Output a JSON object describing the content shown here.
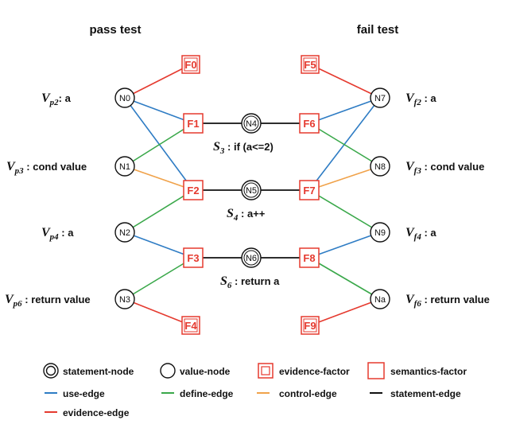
{
  "headers": {
    "pass": "pass test",
    "fail": "fail test"
  },
  "colors": {
    "use_edge": "#2e7cc4",
    "define_edge": "#3aa84a",
    "control_edge": "#f0a24a",
    "statement_edge": "#111111",
    "evidence_edge": "#e53a2f",
    "factor": "#e53a2f"
  },
  "nodes": {
    "value_pass": [
      "N0",
      "N1",
      "N2",
      "N3"
    ],
    "value_fail": [
      "N7",
      "N8",
      "N9",
      "Na"
    ],
    "statements": [
      "N4",
      "N5",
      "N6"
    ],
    "evidence_pass": [
      "F0",
      "F4"
    ],
    "evidence_fail": [
      "F5",
      "F9"
    ],
    "semantic_pass": [
      "F1",
      "F2",
      "F3"
    ],
    "semantic_fail": [
      "F6",
      "F7",
      "F8"
    ]
  },
  "pass_vars": [
    {
      "sym": "V",
      "sub": "p2",
      "rest": ": a"
    },
    {
      "sym": "V",
      "sub": "p3",
      "rest": " : cond value"
    },
    {
      "sym": "V",
      "sub": "p4",
      "rest": " : a"
    },
    {
      "sym": "V",
      "sub": "p6",
      "rest": " : return value"
    }
  ],
  "fail_vars": [
    {
      "sym": "V",
      "sub": "f2",
      "rest": " : a"
    },
    {
      "sym": "V",
      "sub": "f3",
      "rest": " : cond value"
    },
    {
      "sym": "V",
      "sub": "f4",
      "rest": " : a"
    },
    {
      "sym": "V",
      "sub": "f6",
      "rest": " : return value"
    }
  ],
  "statements": [
    {
      "sym": "S",
      "sub": "3",
      "rest": " : if (a<=2)"
    },
    {
      "sym": "S",
      "sub": "4",
      "rest": " : a++"
    },
    {
      "sym": "S",
      "sub": "6",
      "rest": " : return a"
    }
  ],
  "legend": {
    "statement_node": "statement-node",
    "value_node": "value-node",
    "evidence_factor": "evidence-factor",
    "semantics_factor": "semantics-factor",
    "use_edge": "use-edge",
    "define_edge": "define-edge",
    "control_edge": "control-edge",
    "statement_edge": "statement-edge",
    "evidence_edge": "evidence-edge"
  }
}
